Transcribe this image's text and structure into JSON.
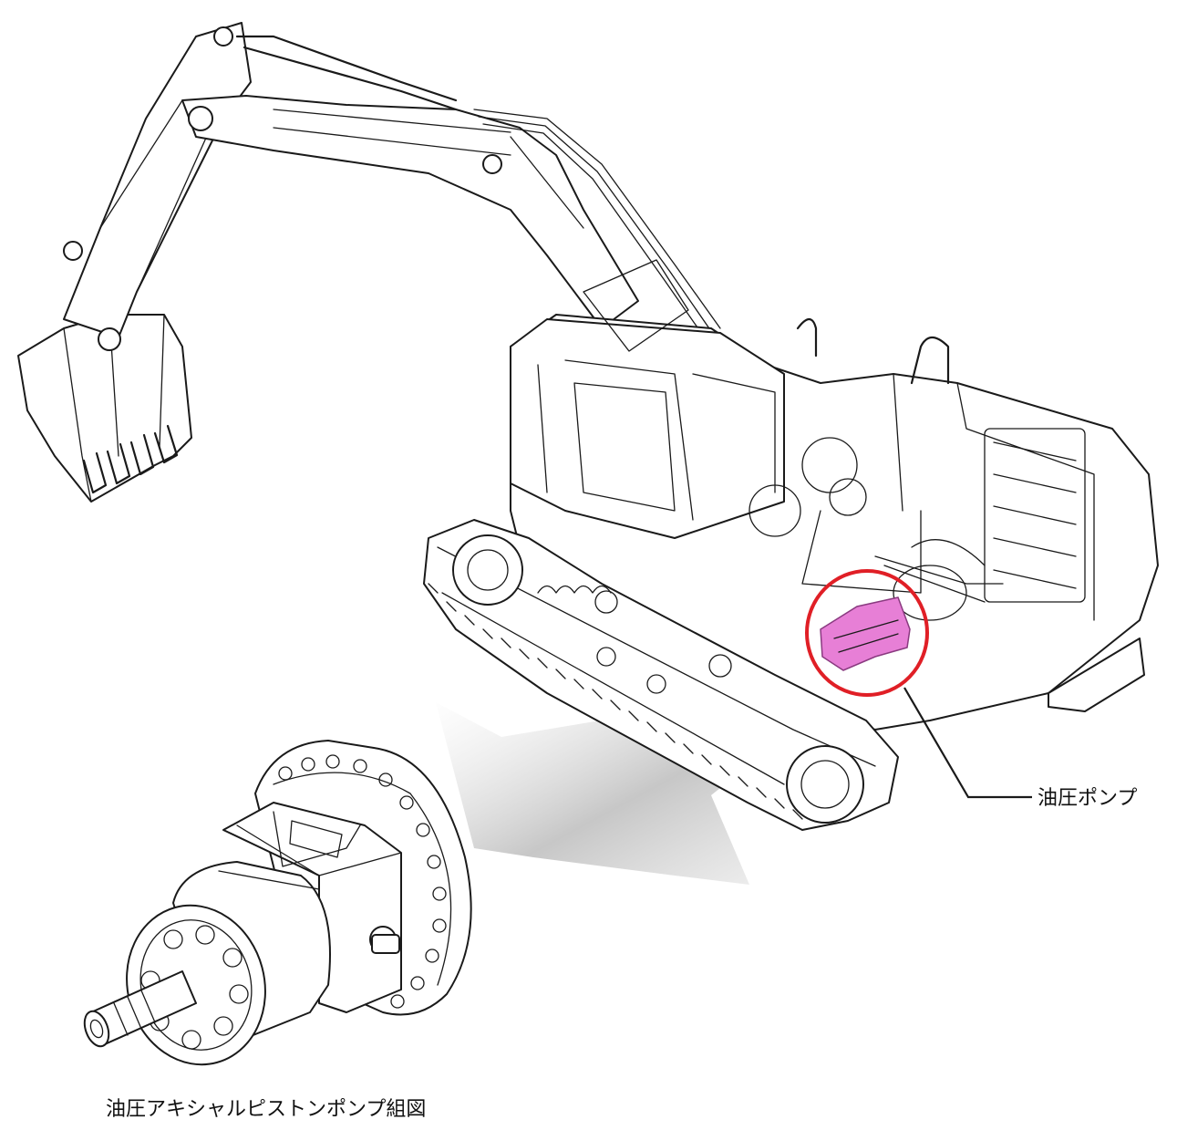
{
  "labels": {
    "pump_callout": "油圧ポンプ",
    "caption": "油圧アキシャルピストンポンプ組図"
  },
  "colors": {
    "highlight_circle": "#e01f26",
    "pump_highlight": "#e77fd6",
    "line": "#1a1a1a",
    "projection_shadow": "#b5b5b5"
  },
  "icons": {
    "excavator": "excavator-illustration",
    "pump": "axial-piston-pump-illustration"
  }
}
